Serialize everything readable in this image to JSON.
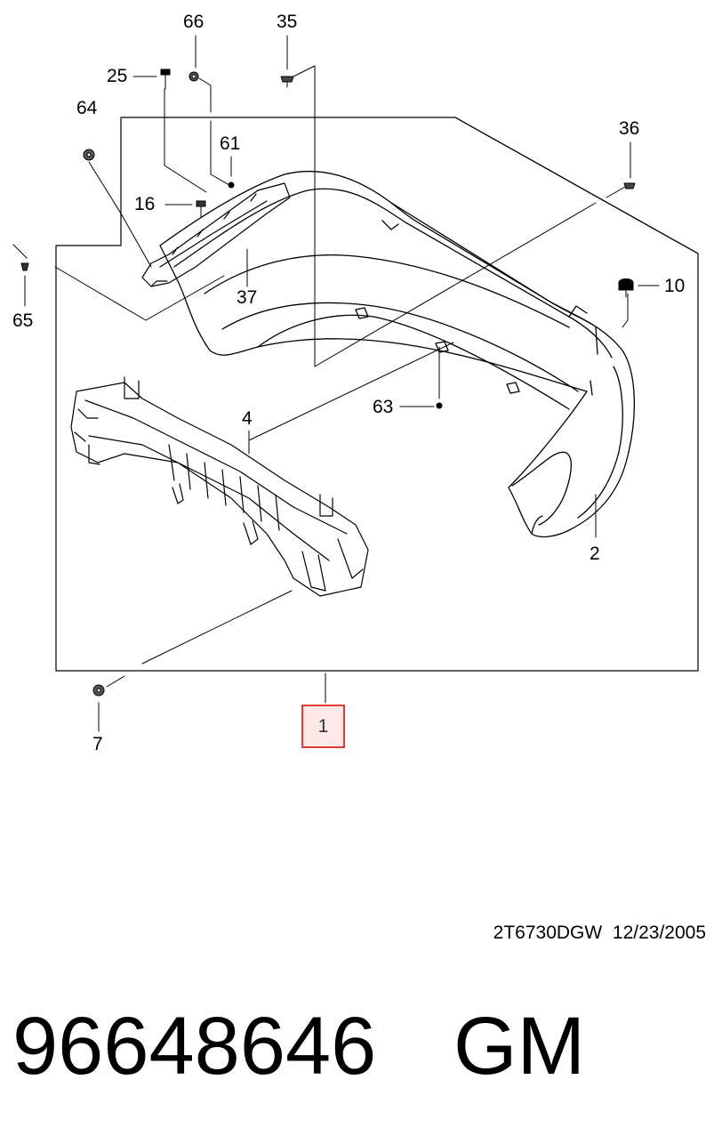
{
  "diagram": {
    "callouts": {
      "c66": "66",
      "c35": "35",
      "c25": "25",
      "c64": "64",
      "c61": "61",
      "c36": "36",
      "c16": "16",
      "c65": "65",
      "c37": "37",
      "c10": "10",
      "c63": "63",
      "c4": "4",
      "c2": "2",
      "c7": "7",
      "c1": "1"
    },
    "highlight_color": "#e53935"
  },
  "footer": {
    "drawing_code": "2T6730DGW",
    "date": "12/23/2005",
    "part_number": "96648646",
    "brand": "GM"
  }
}
